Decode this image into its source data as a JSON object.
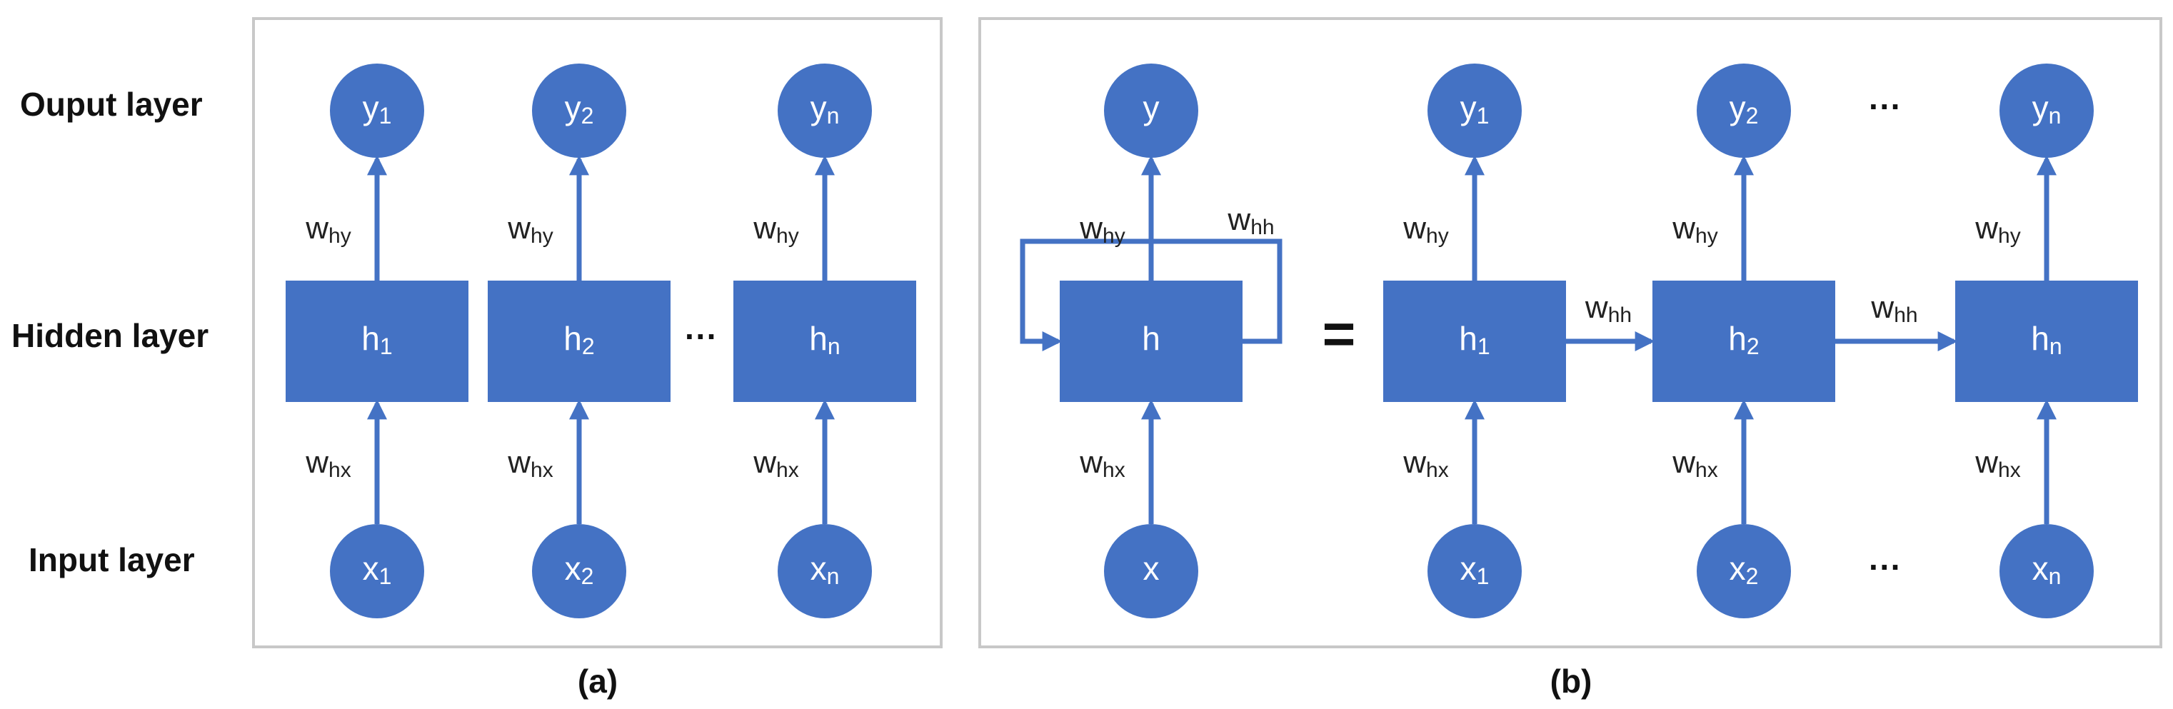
{
  "layers": {
    "output": "Ouput layer",
    "hidden": "Hidden layer",
    "input": "Input layer"
  },
  "captions": {
    "a": "(a)",
    "b": "(b)"
  },
  "ellipsis": "···",
  "equals": "=",
  "panel_a": {
    "columns": [
      {
        "y": {
          "base": "y",
          "sub": "1"
        },
        "h": {
          "base": "h",
          "sub": "1"
        },
        "x": {
          "base": "x",
          "sub": "1"
        },
        "w_top": {
          "base": "w",
          "sub": "hy"
        },
        "w_bottom": {
          "base": "w",
          "sub": "hx"
        }
      },
      {
        "y": {
          "base": "y",
          "sub": "2"
        },
        "h": {
          "base": "h",
          "sub": "2"
        },
        "x": {
          "base": "x",
          "sub": "2"
        },
        "w_top": {
          "base": "w",
          "sub": "hy"
        },
        "w_bottom": {
          "base": "w",
          "sub": "hx"
        }
      },
      {
        "y": {
          "base": "y",
          "sub": "n"
        },
        "h": {
          "base": "h",
          "sub": "n"
        },
        "x": {
          "base": "x",
          "sub": "n"
        },
        "w_top": {
          "base": "w",
          "sub": "hy"
        },
        "w_bottom": {
          "base": "w",
          "sub": "hx"
        }
      }
    ]
  },
  "panel_b": {
    "folded": {
      "y": {
        "base": "y",
        "sub": ""
      },
      "h": {
        "base": "h",
        "sub": ""
      },
      "x": {
        "base": "x",
        "sub": ""
      },
      "w_top": {
        "base": "w",
        "sub": "hy"
      },
      "w_bottom": {
        "base": "w",
        "sub": "hx"
      },
      "w_loop": {
        "base": "w",
        "sub": "hh"
      }
    },
    "columns": [
      {
        "y": {
          "base": "y",
          "sub": "1"
        },
        "h": {
          "base": "h",
          "sub": "1"
        },
        "x": {
          "base": "x",
          "sub": "1"
        },
        "w_top": {
          "base": "w",
          "sub": "hy"
        },
        "w_bottom": {
          "base": "w",
          "sub": "hx"
        }
      },
      {
        "y": {
          "base": "y",
          "sub": "2"
        },
        "h": {
          "base": "h",
          "sub": "2"
        },
        "x": {
          "base": "x",
          "sub": "2"
        },
        "w_top": {
          "base": "w",
          "sub": "hy"
        },
        "w_bottom": {
          "base": "w",
          "sub": "hx"
        }
      },
      {
        "y": {
          "base": "y",
          "sub": "n"
        },
        "h": {
          "base": "h",
          "sub": "n"
        },
        "x": {
          "base": "x",
          "sub": "n"
        },
        "w_top": {
          "base": "w",
          "sub": "hy"
        },
        "w_bottom": {
          "base": "w",
          "sub": "hx"
        }
      }
    ],
    "w_recurrent": [
      {
        "base": "w",
        "sub": "hh"
      },
      {
        "base": "w",
        "sub": "hh"
      }
    ]
  },
  "colors": {
    "node": "#4472c4",
    "frame": "#c8c8c8",
    "text": "#111111"
  }
}
